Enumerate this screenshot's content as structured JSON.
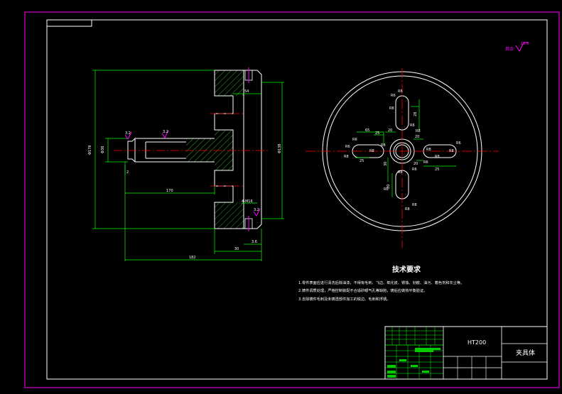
{
  "colors": {
    "background": "#000000",
    "sheet_border": "#ff00ff",
    "outline": "#ffffff",
    "dimension": "#00ff00",
    "centerline": "#ff0000",
    "hatch": "#33cc33",
    "roughness": "#ff00ff"
  },
  "roughness_note": {
    "prefix": "其余",
    "value": "12.5"
  },
  "section_view": {
    "dims": {
      "d1": "Φ178",
      "d2": "Φ38",
      "d3": "Φ138",
      "len_total": "182",
      "len_shaft": "170",
      "len_flange": "30",
      "len_small": "3.6",
      "len_top": "54",
      "pitch": "4-M16",
      "rough_a": "3.2",
      "rough_b": "3.2",
      "rough_c": "3.2"
    }
  },
  "front_view": {
    "labels": [
      "R6",
      "R8",
      "R6",
      "R8",
      "R6",
      "R8",
      "R6",
      "R8",
      "R6",
      "R8",
      "R6",
      "R8",
      "R6",
      "R8",
      "R6",
      "R8",
      "R6",
      "R8",
      "R8",
      "R8"
    ],
    "dims": [
      "65",
      "25",
      "20",
      "28",
      "20",
      "25",
      "30",
      "20",
      "25",
      "20"
    ]
  },
  "tech_requirements": {
    "title": "技术要求",
    "lines": [
      "1.零件表面应进行清洗后除油漆，不得有毛刺、飞边、氧化皮、锈蚀、划痕、油污、着色剂和灰尘等。",
      "2.铸件调质处理，严格控制装配不合适砂眼气孔等缺陷，铸后应做热平衡验证。",
      "3.去除铸件毛刺及未铸透部件加工的锐边、毛刺和浮锈。"
    ]
  },
  "title_block": {
    "material": "HT200",
    "part_name": "夹具体",
    "scale_cells": [
      "",
      "",
      "",
      ""
    ]
  }
}
